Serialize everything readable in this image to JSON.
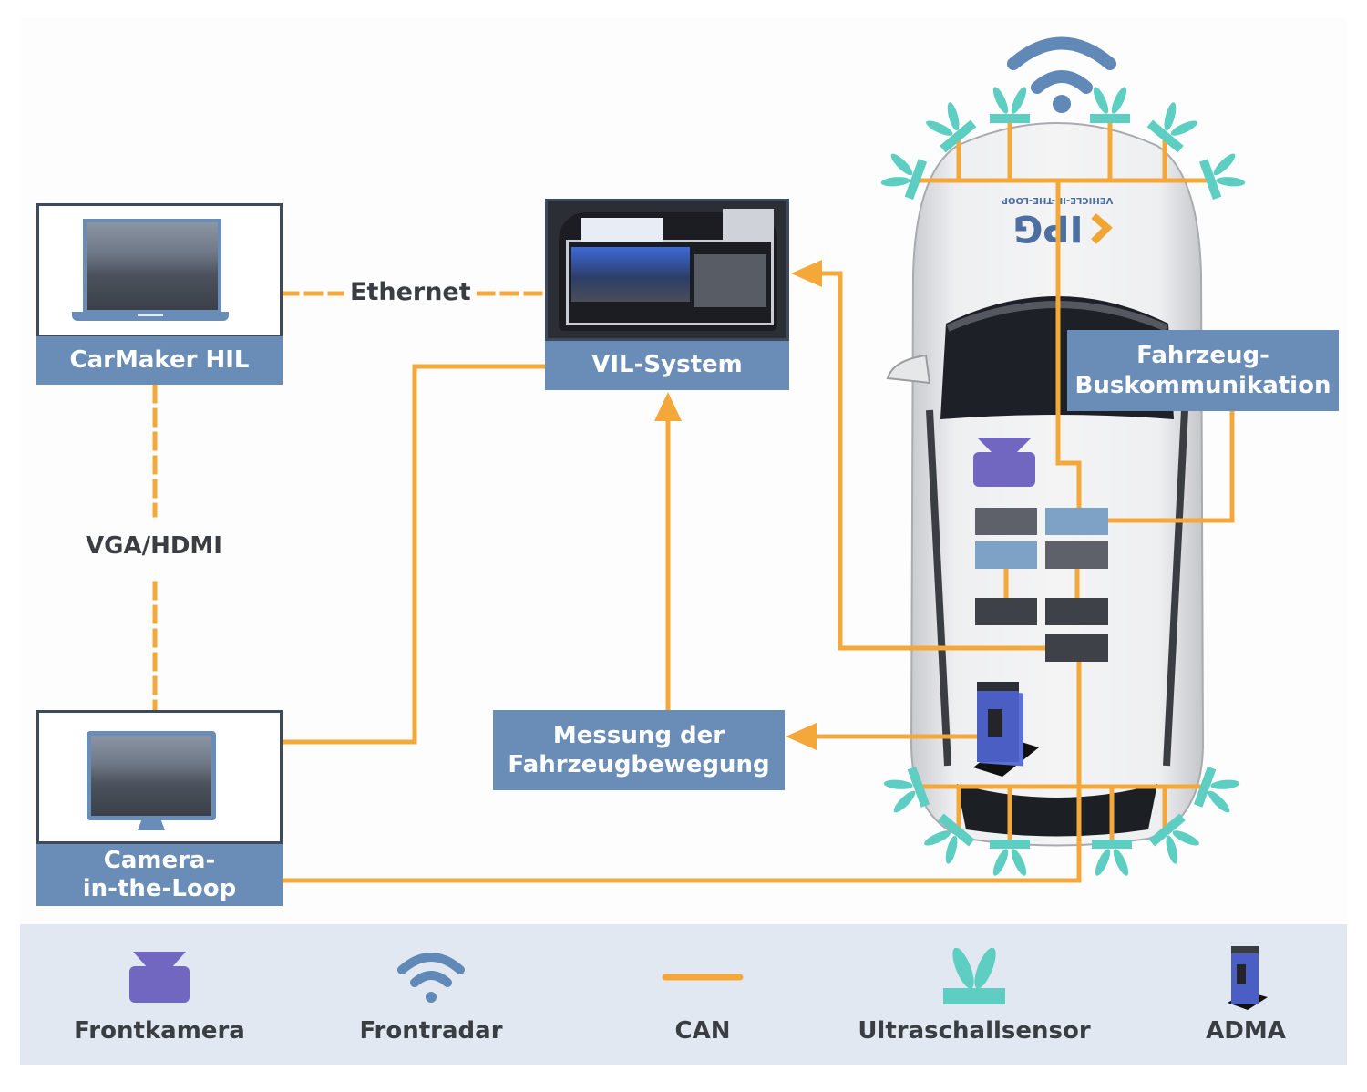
{
  "diagram": {
    "nodes": {
      "carmaker": {
        "label": "CarMaker HIL",
        "icon": "laptop-icon"
      },
      "vil": {
        "label": "VIL-System",
        "icon": "vil-rack-photo"
      },
      "camera_loop": {
        "label_line1": "Camera-",
        "label_line2": "in-the-Loop",
        "icon": "monitor-icon"
      },
      "bus": {
        "label_line1": "Fahrzeug-",
        "label_line2": "Buskommunikation"
      },
      "messung": {
        "label_line1": "Messung der",
        "label_line2": "Fahrzeugbewegung"
      }
    },
    "connections": {
      "ethernet": "Ethernet",
      "vga_hdmi": "VGA/HDMI"
    },
    "vehicle": {
      "logo_text": "IPG",
      "decal_text": "VEHICLE-IN-THE-LOOP"
    }
  },
  "legend": {
    "items": [
      {
        "label": "Frontkamera",
        "icon": "front-camera-icon"
      },
      {
        "label": "Frontradar",
        "icon": "radar-icon"
      },
      {
        "label": "CAN",
        "icon": "can-line-icon"
      },
      {
        "label": "Ultraschallsensor",
        "icon": "ultrasonic-sensor-icon"
      },
      {
        "label": "ADMA",
        "icon": "adma-icon"
      }
    ]
  },
  "colors": {
    "can_line": "#f5a83a",
    "label_box": "#6a8db8",
    "camera": "#7166c0",
    "radar": "#6089b8",
    "ultrasonic": "#5ecec2",
    "ecu_dark": "#3e4147",
    "ecu_mid": "#5e6169",
    "ecu_light": "#7ea2c6",
    "legend_bg": "#e1e8f1"
  }
}
